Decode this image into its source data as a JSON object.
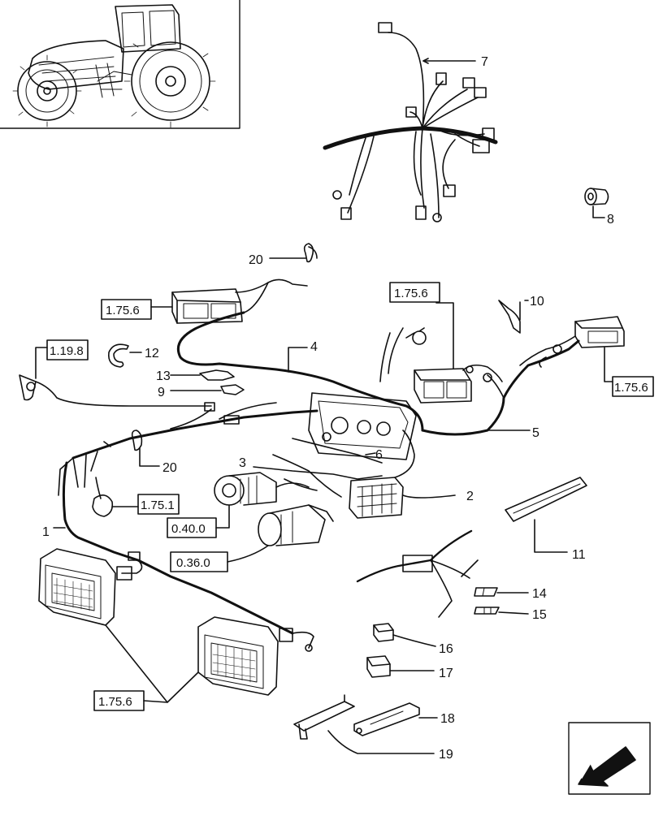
{
  "callouts": {
    "n1": "1",
    "n2": "2",
    "n3": "3",
    "n4": "4",
    "n5": "5",
    "n6": "6",
    "n7": "7",
    "n8": "8",
    "n9": "9",
    "n10": "10",
    "n11": "11",
    "n12": "12",
    "n13": "13",
    "n14": "14",
    "n15": "15",
    "n16": "16",
    "n17": "17",
    "n18": "18",
    "n19": "19",
    "n20a": "20",
    "n20b": "20"
  },
  "refs": {
    "r1756_left_lamp": "1.75.6",
    "r1756_center_lamp": "1.75.6",
    "r1756_right_lamp": "1.75.6",
    "r1756_headlamps": "1.75.6",
    "r1198": "1.19.8",
    "r1751": "1.75.1",
    "r0400": "0.40.0",
    "r0360": "0.36.0"
  }
}
